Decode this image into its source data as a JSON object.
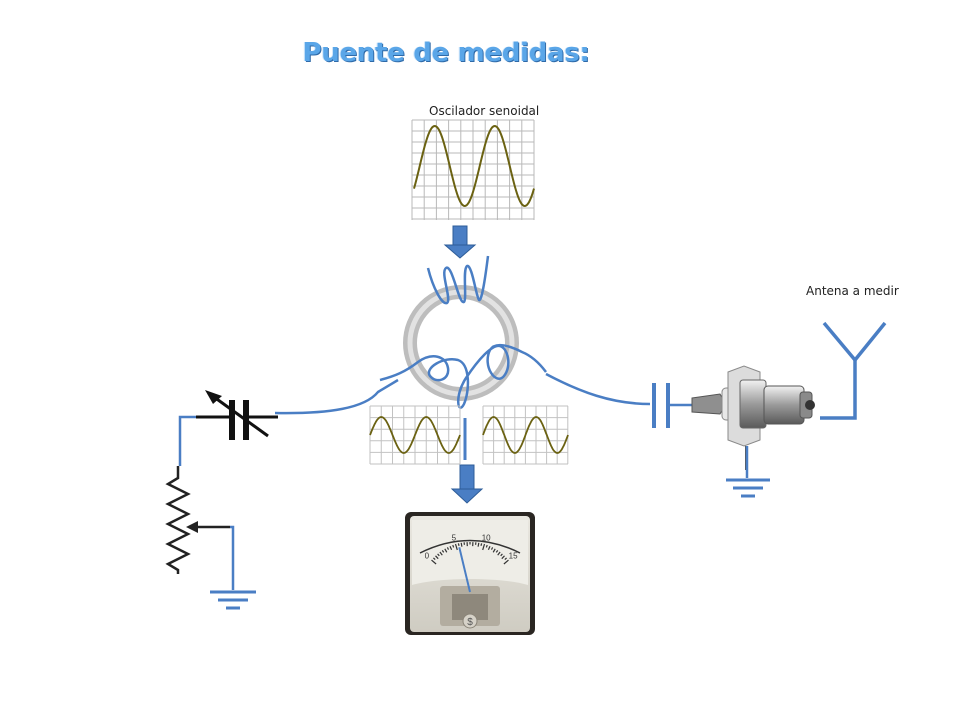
{
  "title": "Puente de medidas:",
  "labels": {
    "oscillator": "Oscilador senoidal",
    "antenna": "Antena a medir"
  },
  "meter": {
    "scale": [
      "0",
      "5",
      "10",
      "15"
    ],
    "reading": 5.5,
    "scale_max": 15
  },
  "colors": {
    "title": "#5aa6e8",
    "wire": "#4a7ec4",
    "arrow": "#4a7ec4",
    "waveform": "#6b6212",
    "grid": "#b9b9b9",
    "toroid": "#c8c8c8"
  },
  "icons": {
    "capacitor": "variable-capacitor-icon",
    "resistor": "potentiometer-icon",
    "antenna": "antenna-icon",
    "ground": "ground-icon",
    "connector": "bnc-connector-icon"
  }
}
